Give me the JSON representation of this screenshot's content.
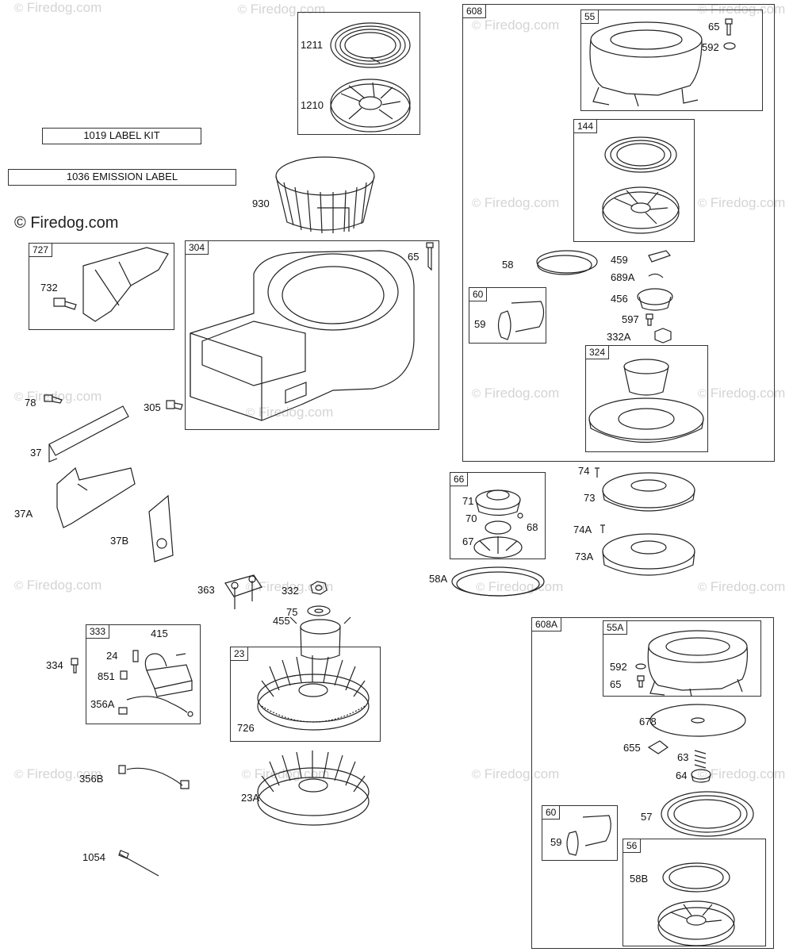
{
  "watermark": {
    "symbol": "©",
    "text": "Firedog.com"
  },
  "logo": {
    "symbol": "©",
    "text": "Firedog.com"
  },
  "kits": {
    "label_kit": "1019 LABEL KIT",
    "emission_label": "1036 EMISSION LABEL"
  },
  "groups": {
    "g727": "727",
    "g304": "304",
    "g333": "333",
    "g23": "23",
    "g608": "608",
    "g55": "55",
    "g144": "144",
    "g60": "60",
    "g324": "324",
    "g66": "66",
    "g608A": "608A",
    "g55A": "55A",
    "g60b": "60",
    "g56": "56"
  },
  "parts": {
    "p1211": "1211",
    "p1210": "1210",
    "p930": "930",
    "p65a": "65",
    "p732": "732",
    "p78": "78",
    "p305": "305",
    "p37": "37",
    "p37A": "37A",
    "p37B": "37B",
    "p332": "332",
    "p75": "75",
    "p363": "363",
    "p455": "455",
    "p415": "415",
    "p24": "24",
    "p851": "851",
    "p356A": "356A",
    "p334": "334",
    "p726": "726",
    "p356B": "356B",
    "p23A": "23A",
    "p1054": "1054",
    "p65b": "65",
    "p592a": "592",
    "p58": "58",
    "p459": "459",
    "p689A": "689A",
    "p456": "456",
    "p597": "597",
    "p332A": "332A",
    "p59a": "59",
    "p74": "74",
    "p73": "73",
    "p74A": "74A",
    "p73A": "73A",
    "p71": "71",
    "p70": "70",
    "p68": "68",
    "p67": "67",
    "p58A": "58A",
    "p592b": "592",
    "p65c": "65",
    "p678": "678",
    "p655": "655",
    "p63": "63",
    "p64": "64",
    "p57": "57",
    "p59b": "59",
    "p58B": "58B"
  }
}
